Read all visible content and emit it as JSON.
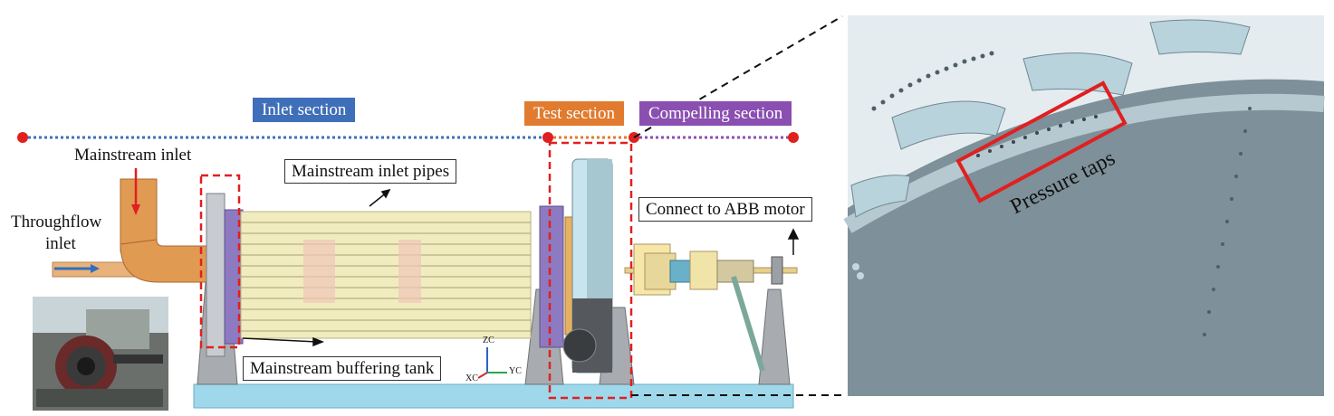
{
  "sections": {
    "inlet": "Inlet section",
    "test": "Test section",
    "compelling": "Compelling section"
  },
  "labels": {
    "mainstream_inlet": "Mainstream inlet",
    "throughflow_inlet_line1": "Throughflow",
    "throughflow_inlet_line2": "inlet",
    "mainstream_inlet_pipes": "Mainstream inlet pipes",
    "connect_motor": "Connect to ABB motor",
    "buffering_tank": "Mainstream buffering tank",
    "pressure_taps": "Pressure taps"
  },
  "axes": {
    "z": "ZC",
    "y": "YC",
    "x": "XC"
  },
  "colors": {
    "inlet": "#3f6fb8",
    "test": "#e07b2f",
    "compelling": "#8a4fb1",
    "marker": "#e02020",
    "highlight_box": "#e02020"
  }
}
